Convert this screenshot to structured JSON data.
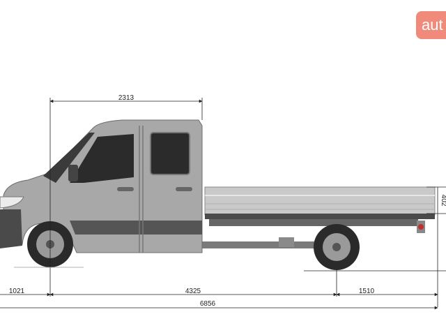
{
  "brand": {
    "logo_text": "aut",
    "logo_color": "#f08a7a"
  },
  "dimensions": {
    "cab_length": "2313",
    "front_overhang": "1021",
    "wheelbase": "4325",
    "rear_overhang": "1510",
    "overall_length": "6856",
    "platform_height": "402"
  },
  "colors": {
    "body": "#a9a9a9",
    "body_dark": "#5a5a5a",
    "glass": "#2b2b2b",
    "platform": "#c8c8c8",
    "dim_line": "#222222"
  }
}
